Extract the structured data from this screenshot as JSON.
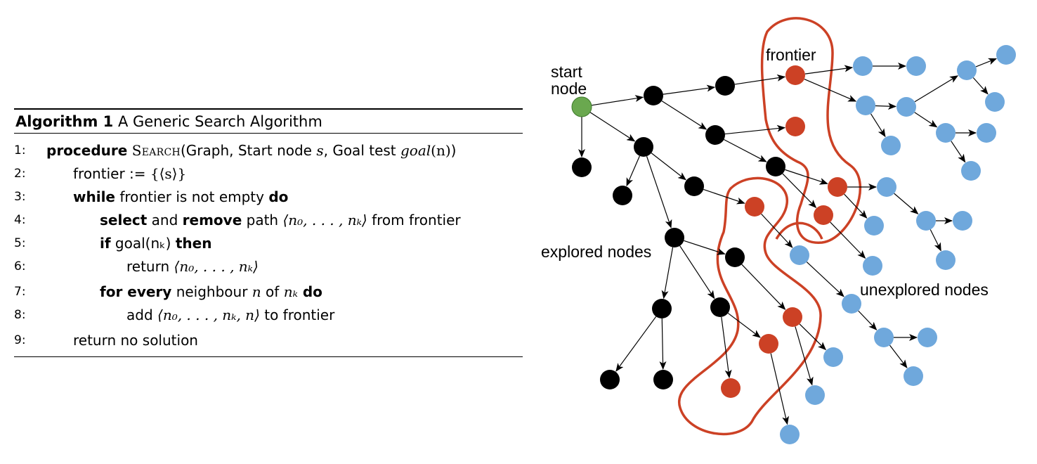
{
  "algorithm": {
    "caption_bold": "Algorithm 1",
    "caption_text": "A Generic Search Algorithm",
    "lines": [
      {
        "num": "1:"
      },
      {
        "num": "2:"
      },
      {
        "num": "3:"
      },
      {
        "num": "4:"
      },
      {
        "num": "5:"
      },
      {
        "num": "6:"
      },
      {
        "num": "7:"
      },
      {
        "num": "8:"
      },
      {
        "num": "9:"
      }
    ],
    "l1": {
      "procedure": "procedure",
      "name": "Search",
      "args_a": "(Graph, Start node ",
      "s": "s",
      "args_b": ", Goal test ",
      "goal": "goal",
      "goal_arg": "(n)",
      "close": ")"
    },
    "l2": {
      "text": "frontier := ",
      "math": "{⟨s⟩}"
    },
    "l3": {
      "while": "while",
      "text": " frontier is not empty ",
      "do": "do"
    },
    "l4": {
      "select": "select",
      "and": " and ",
      "remove": "remove",
      "path": " path ",
      "math": "⟨n₀, . . . , nₖ⟩",
      "rest": " from frontier"
    },
    "l5": {
      "if": "if",
      "text": " goal(nₖ) ",
      "then": "then"
    },
    "l6": {
      "text": "return ",
      "math": "⟨n₀, . . . , nₖ⟩"
    },
    "l7": {
      "for_every": "for every",
      "neighbour": " neighbour ",
      "n": "n",
      "of": " of ",
      "nk": "nₖ",
      "do": " do"
    },
    "l8": {
      "add": "add ",
      "math": "⟨n₀, . . . , nₖ, n⟩",
      "rest": " to frontier"
    },
    "l9": {
      "text": "return no solution"
    }
  },
  "graph": {
    "labels": {
      "start_line1": "start",
      "start_line2": "node",
      "frontier": "frontier",
      "explored": "explored nodes",
      "unexplored": "unexplored nodes"
    },
    "colors": {
      "start": "#6aa84f",
      "explored": "#000000",
      "frontier": "#cc4125",
      "unexplored": "#6fa8dc",
      "boundary": "#cc4125"
    }
  }
}
